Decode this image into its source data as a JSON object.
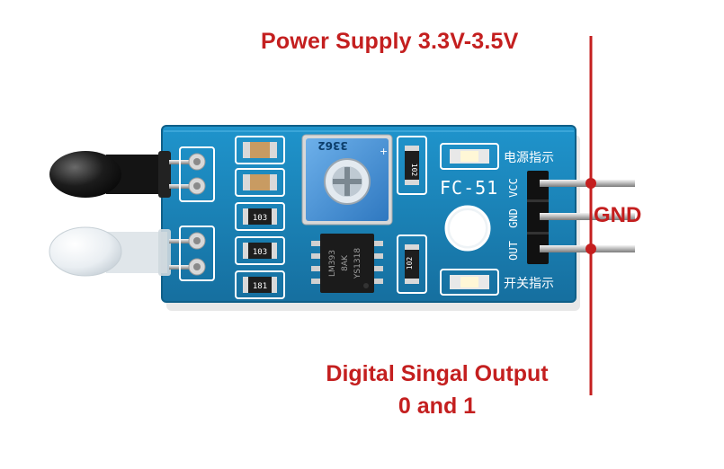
{
  "annotations": {
    "power_supply": "Power Supply 3.3V-3.5V",
    "gnd": "GND",
    "digital_output_line1": "Digital Singal Output",
    "digital_output_line2": "0 and 1"
  },
  "board": {
    "model": "FC-51",
    "pins": {
      "vcc": "VCC",
      "gnd": "GND",
      "out": "OUT"
    },
    "power_led_label": "电源指示",
    "switch_led_label": "开关指示",
    "potentiometer_code": "3362",
    "ic_line1": "LM393",
    "ic_line2": "8AK",
    "ic_line3": "YS1318",
    "resistor_102_top": "102",
    "resistor_102_bottom": "102",
    "resistor_103_a": "103",
    "resistor_103_b": "103",
    "resistor_181": "181"
  },
  "colors": {
    "annotation_red": "#c41f1f",
    "pcb_blue": "#1a86bd",
    "pot_blue": "#3f8fd6"
  }
}
